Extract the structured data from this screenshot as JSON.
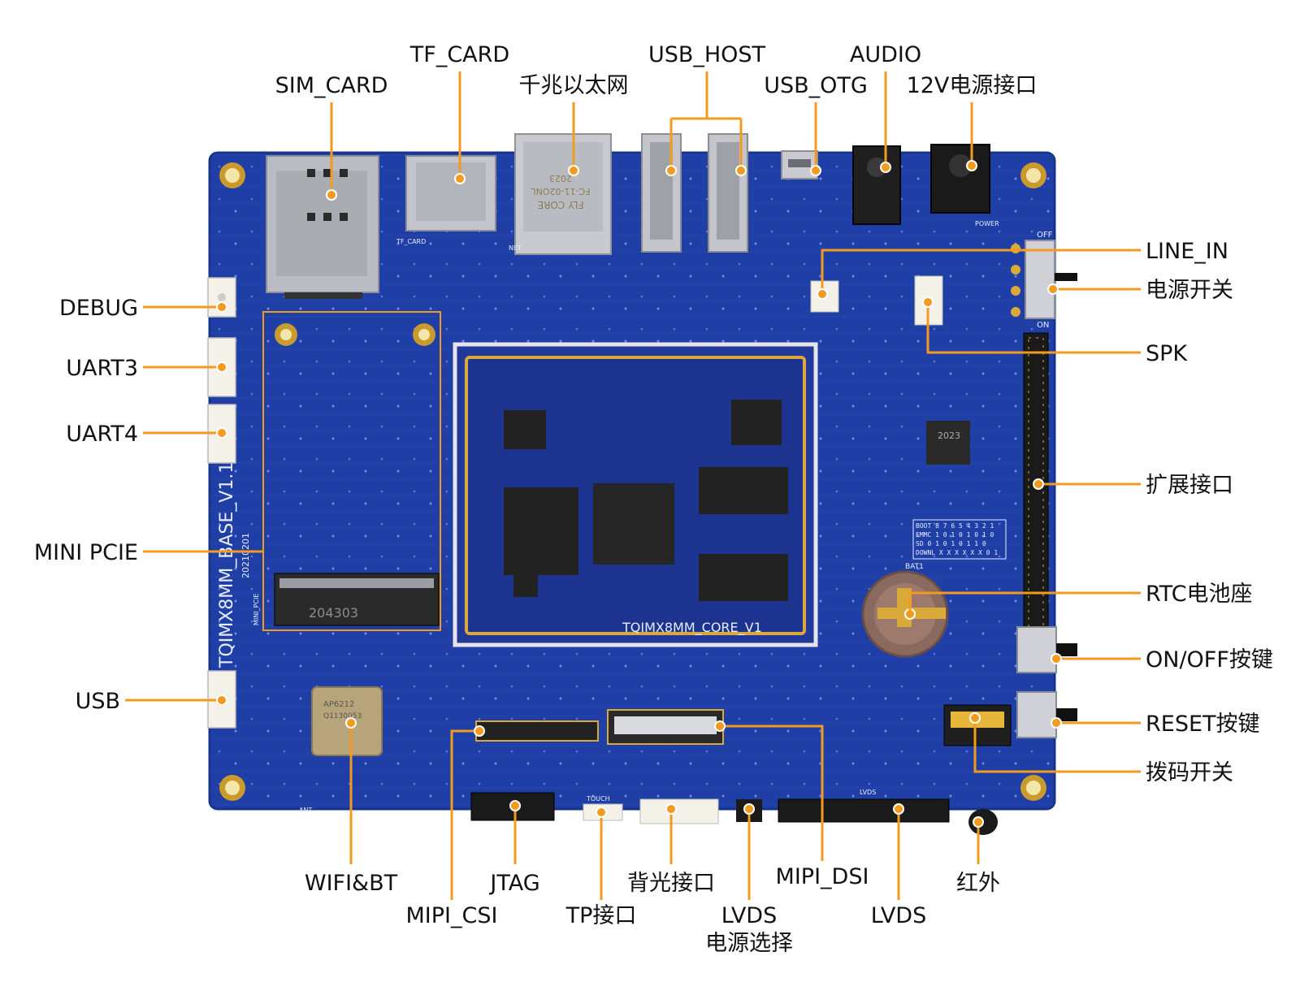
{
  "labels": {
    "tf_card": "TF_CARD",
    "usb_host": "USB_HOST",
    "audio": "AUDIO",
    "sim_card": "SIM_CARD",
    "gigabit_ethernet": "千兆以太网",
    "usb_otg": "USB_OTG",
    "power_12v": "12V电源接口",
    "line_in": "LINE_IN",
    "power_switch": "电源开关",
    "debug": "DEBUG",
    "uart3": "UART3",
    "spk": "SPK",
    "uart4": "UART4",
    "expansion": "扩展接口",
    "mini_pcie": "MINI PCIE",
    "rtc_battery": "RTC电池座",
    "on_off_key": "ON/OFF按键",
    "usb": "USB",
    "reset_key": "RESET按键",
    "dip_switch": "拨码开关",
    "wifi_bt": "WIFI&BT",
    "jtag": "JTAG",
    "backlight": "背光接口",
    "mipi_dsi": "MIPI_DSI",
    "infrared": "红外",
    "mipi_csi": "MIPI_CSI",
    "tp": "TP接口",
    "lvds_power_1": "LVDS",
    "lvds_power_2": "电源选择",
    "lvds": "LVDS"
  },
  "board_silk": {
    "base_name": "TQIMX8MM_BASE_V1.1",
    "base_date": "20210201",
    "core_name": "TQIMX8MM_CORE_V1",
    "mini_pcie": "MINI_PCIE",
    "tf_card": "TF_CARD",
    "lvds": "LVDS",
    "bat": "BAT1",
    "power": "POWER",
    "off": "OFF",
    "on": "ON",
    "touch": "TOUCH",
    "net": "NET",
    "ant": "ANT",
    "wifi_mod_1": "AP6212",
    "wifi_mod_2": "Q1130053",
    "inductor": "2023",
    "lan_mag_1": "FLY CORE",
    "lan_mag_2": "FC-11-02ONL",
    "lan_mag_3": "2023",
    "code": "204303",
    "boot_table": [
      "BOOT 8 7 6 5 4 3 2 1",
      "EMMC 1 0 1 0 1 0 1 0",
      "SD   0 1 0 1 0 1 1 0",
      "DOWNL X X X X X X 0 1"
    ]
  },
  "colors": {
    "pcb": "#1f3fa6",
    "pcb_dark": "#16308a",
    "leader": "#f39a1f",
    "gold": "#d9a93a",
    "chip": "#222222"
  }
}
